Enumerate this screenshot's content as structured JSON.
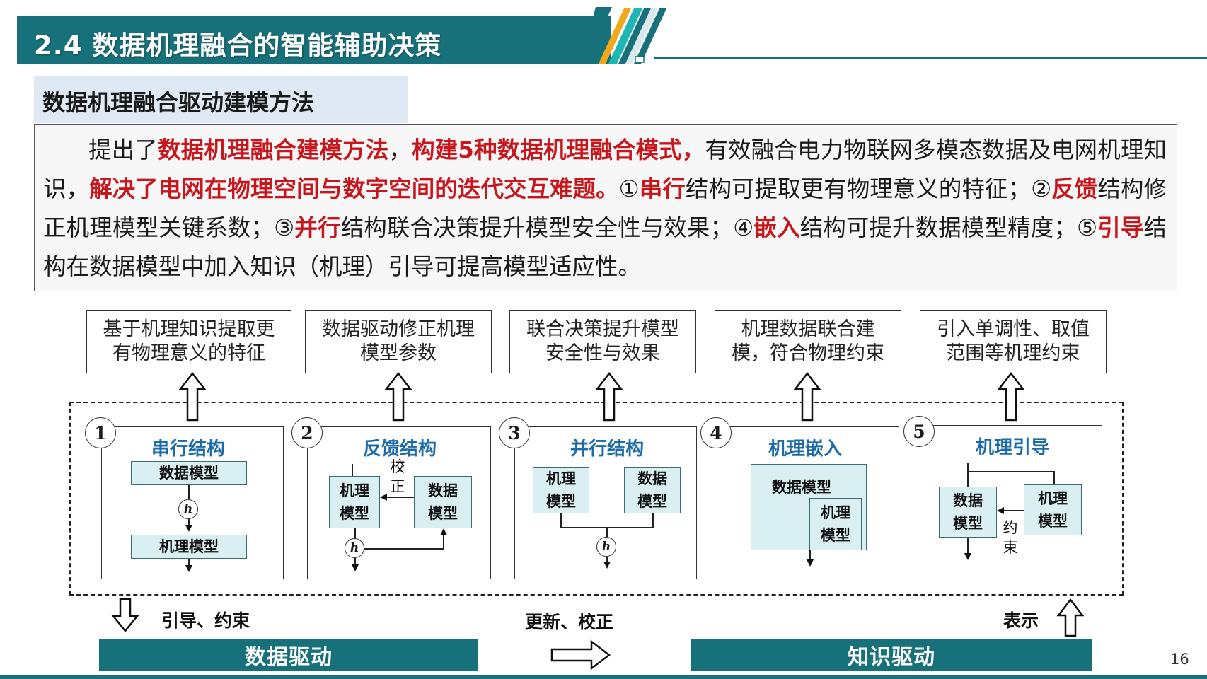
{
  "header": {
    "title": "2.4 数据机理融合的智能辅助决策",
    "accent_colors": {
      "teal": "#17717a",
      "orange": "#f2a81d",
      "cyan": "#1fb5b5",
      "light": "#dbe9ee"
    }
  },
  "section": {
    "label": "数据机理融合驱动建模方法"
  },
  "summary": {
    "segments": [
      {
        "text": "提出了",
        "highlight": false
      },
      {
        "text": "数据机理融合建模方法",
        "highlight": true
      },
      {
        "text": "，",
        "highlight": false
      },
      {
        "text": "构建5种数据机理融合模式，",
        "highlight": true
      },
      {
        "text": "有效融合电力物联网多模态数据及电网机理知识，",
        "highlight": false
      },
      {
        "text": "解决了电网在物理空间与数字空间的迭代交互难题。",
        "highlight": true
      },
      {
        "text": "①",
        "highlight": false
      },
      {
        "text": "串行",
        "highlight": true
      },
      {
        "text": "结构可提取更有物理意义的特征；②",
        "highlight": false
      },
      {
        "text": "反馈",
        "highlight": true
      },
      {
        "text": "结构修正机理模型关键系数；③",
        "highlight": false
      },
      {
        "text": "并行",
        "highlight": true
      },
      {
        "text": "结构联合决策提升模型安全性与效果；④",
        "highlight": false
      },
      {
        "text": "嵌入",
        "highlight": true
      },
      {
        "text": "结构可提升数据模型精度；⑤",
        "highlight": false
      },
      {
        "text": "引导",
        "highlight": true
      },
      {
        "text": "结构在数据模型中加入知识（机理）引导可提高模型适应性。",
        "highlight": false
      }
    ],
    "highlight_color": "#c8161d"
  },
  "results": [
    {
      "text": "基于机理知识提取更有物理意义的特征"
    },
    {
      "text": "数据驱动修正机理模型参数"
    },
    {
      "text": "联合决策提升模型安全性与效果"
    },
    {
      "text": "机理数据联合建模，符合物理约束"
    },
    {
      "text": "引入单调性、取值范围等机理约束"
    }
  ],
  "structures": [
    {
      "num": "1",
      "title": "串行结构",
      "top_box": "数据模型",
      "bottom_box": "机理模型",
      "h": "h"
    },
    {
      "num": "2",
      "title": "反馈结构",
      "left_box": "机理\n模型",
      "right_box": "数据\n模型",
      "edge_label": "校\n正",
      "h": "h"
    },
    {
      "num": "3",
      "title": "并行结构",
      "left_box": "机理\n模型",
      "right_box": "数据\n模型",
      "h": "h"
    },
    {
      "num": "4",
      "title": "机理嵌入",
      "outer_box": "数据模型",
      "inner_box": "机理\n模型"
    },
    {
      "num": "5",
      "title": "机理引导",
      "left_box": "数据\n模型",
      "right_box": "机理\n模型",
      "edge_label": "约\n束"
    }
  ],
  "bottom": {
    "left_label": "引导、约束",
    "middle_label": "更新、校正",
    "right_label": "表示",
    "data_driven": "数据驱动",
    "knowledge_driven": "知识驱动"
  },
  "page_number": "16"
}
